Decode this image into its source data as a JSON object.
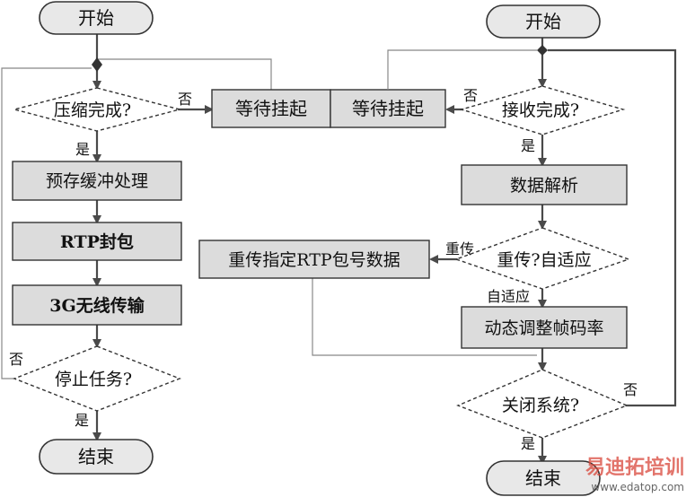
{
  "left_flow": {
    "start": "开始",
    "compress_done": "压缩完成?",
    "wait_suspend": "等待挂起",
    "prebuffer": "预存缓冲处理",
    "rtp_pack": "RTP封包",
    "wireless_3g": "3G无线传输",
    "stop_task": "停止任务?",
    "end": "结束",
    "yes_1": "是",
    "yes_2": "是",
    "no_1": "否",
    "no_2": "否"
  },
  "right_flow": {
    "start": "开始",
    "wait_suspend": "等待挂起",
    "receive_done": "接收完成?",
    "data_parse": "数据解析",
    "retrans_or_adapt": "重传?自适应",
    "retrans_rtp": "重传指定RTP包号数据",
    "adjust_rate": "动态调整帧码率",
    "close_system": "关闭系统?",
    "end": "结束",
    "yes_1": "是",
    "yes_2": "是",
    "no_1": "否",
    "no_2": "否",
    "retrans_label": "重传",
    "adapt_label": "自适应"
  },
  "watermark": {
    "brand": "易迪拓培训",
    "url": "www.edatop.com"
  }
}
